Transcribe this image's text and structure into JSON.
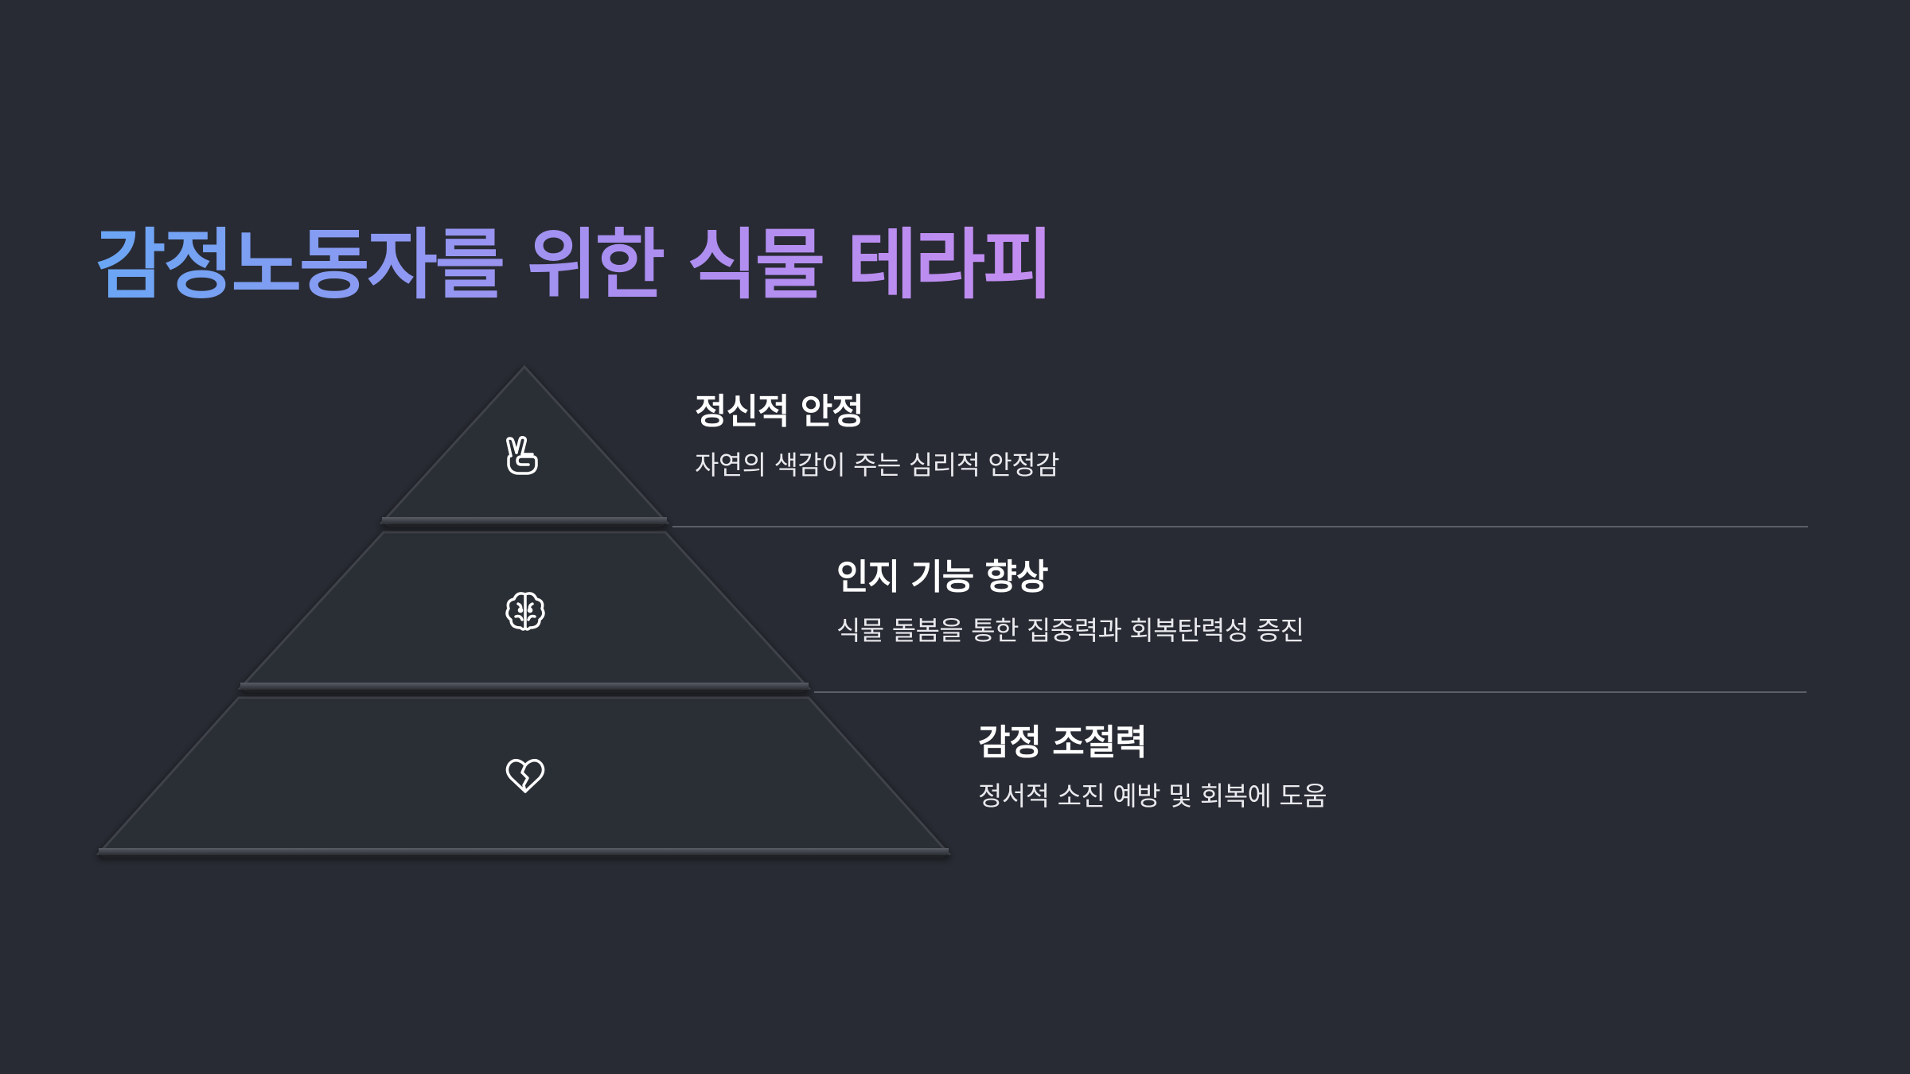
{
  "title": "감정노동자를 위한 식물 테라피",
  "colors": {
    "background": "#282b33",
    "title_gradient_start": "#6aa6f4",
    "title_gradient_end": "#c48df0",
    "tier_fill": "#2a2d34",
    "text": "#ffffff"
  },
  "tiers": [
    {
      "icon": "peace-hand-icon",
      "title": "정신적 안정",
      "description": "자연의 색감이 주는 심리적 안정감"
    },
    {
      "icon": "brain-icon",
      "title": "인지 기능 향상",
      "description": "식물 돌봄을 통한 집중력과 회복탄력성 증진"
    },
    {
      "icon": "broken-heart-icon",
      "title": "감정 조절력",
      "description": "정서적 소진 예방 및 회복에 도움"
    }
  ]
}
